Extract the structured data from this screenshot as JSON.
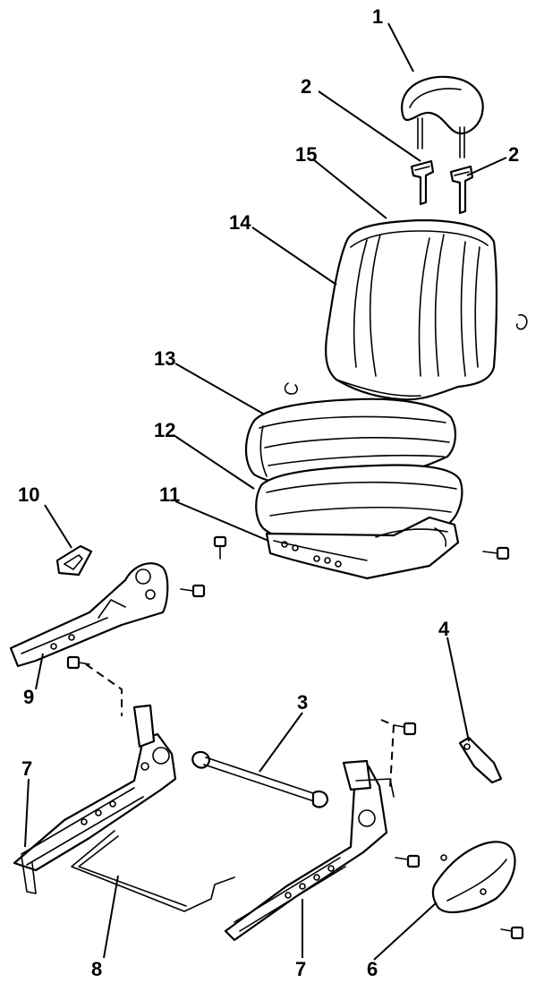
{
  "diagram": {
    "callouts": [
      {
        "id": "c1",
        "label": "1"
      },
      {
        "id": "c2a",
        "label": "2"
      },
      {
        "id": "c2b",
        "label": "2"
      },
      {
        "id": "c15",
        "label": "15"
      },
      {
        "id": "c14",
        "label": "14"
      },
      {
        "id": "c13",
        "label": "13"
      },
      {
        "id": "c12",
        "label": "12"
      },
      {
        "id": "c11",
        "label": "11"
      },
      {
        "id": "c10",
        "label": "10"
      },
      {
        "id": "c9",
        "label": "9"
      },
      {
        "id": "c4",
        "label": "4"
      },
      {
        "id": "c3",
        "label": "3"
      },
      {
        "id": "c7a",
        "label": "7"
      },
      {
        "id": "c7b",
        "label": "7"
      },
      {
        "id": "c8",
        "label": "8"
      },
      {
        "id": "c6",
        "label": "6"
      }
    ]
  }
}
